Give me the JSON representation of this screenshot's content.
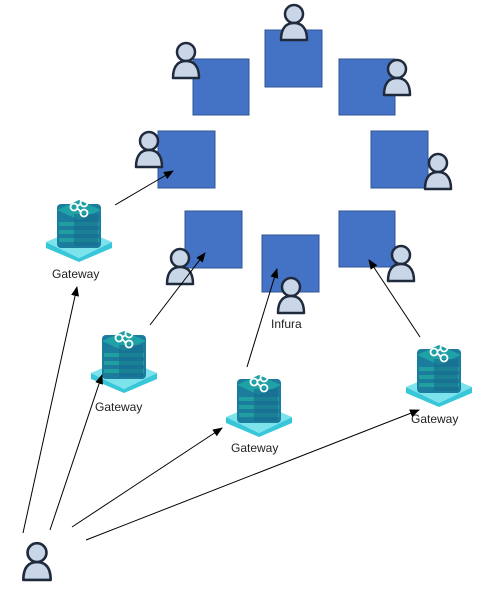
{
  "labels": {
    "gateway_1": "Gateway",
    "gateway_2": "Gateway",
    "gateway_3": "Gateway",
    "gateway_4": "Gateway",
    "infura": "Infura"
  },
  "icons": {
    "node": "square-node",
    "user": "user-icon",
    "gateway": "gateway-server-icon"
  },
  "colors": {
    "node_fill": "#4472C4",
    "node_stroke": "#2F5597",
    "user_fill": "#C9D6E8",
    "user_stroke": "#1F2A3C",
    "gateway_top": "#1FA2A6",
    "gateway_body": "#1C7C9E",
    "gateway_base": "#38C6D9",
    "arrow": "#000000"
  }
}
